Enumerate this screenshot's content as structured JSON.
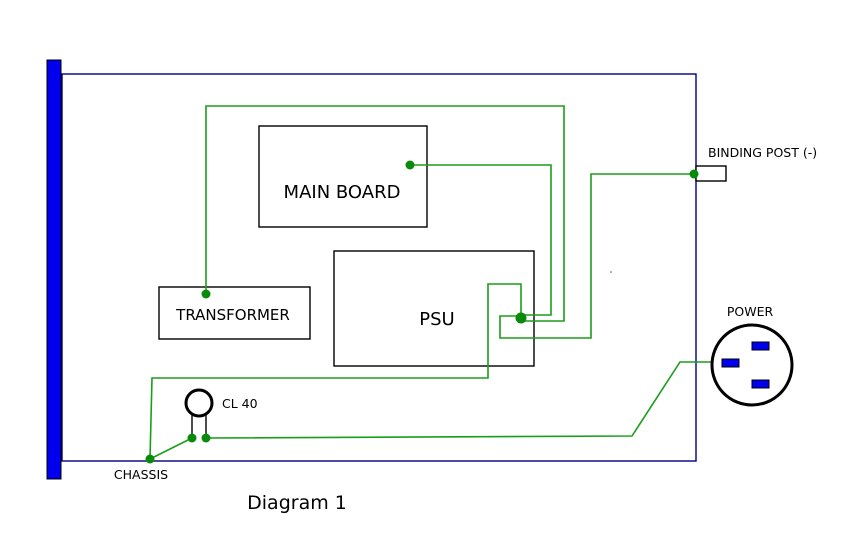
{
  "diagram": {
    "caption": "Diagram 1",
    "components": {
      "main_board": "MAIN BOARD",
      "psu": "PSU",
      "transformer": "TRANSFORMER",
      "binding_post": "BINDING POST (-)",
      "power": "POWER",
      "cl40": "CL 40",
      "chassis": "CHASSIS"
    },
    "colors": {
      "wire": "#1a9e1a",
      "node": "#0a8a0a",
      "enclosure": "#000080",
      "front_panel": "#0000ee",
      "outlet_pins": "#0000ee",
      "component_outline": "#000000"
    }
  }
}
